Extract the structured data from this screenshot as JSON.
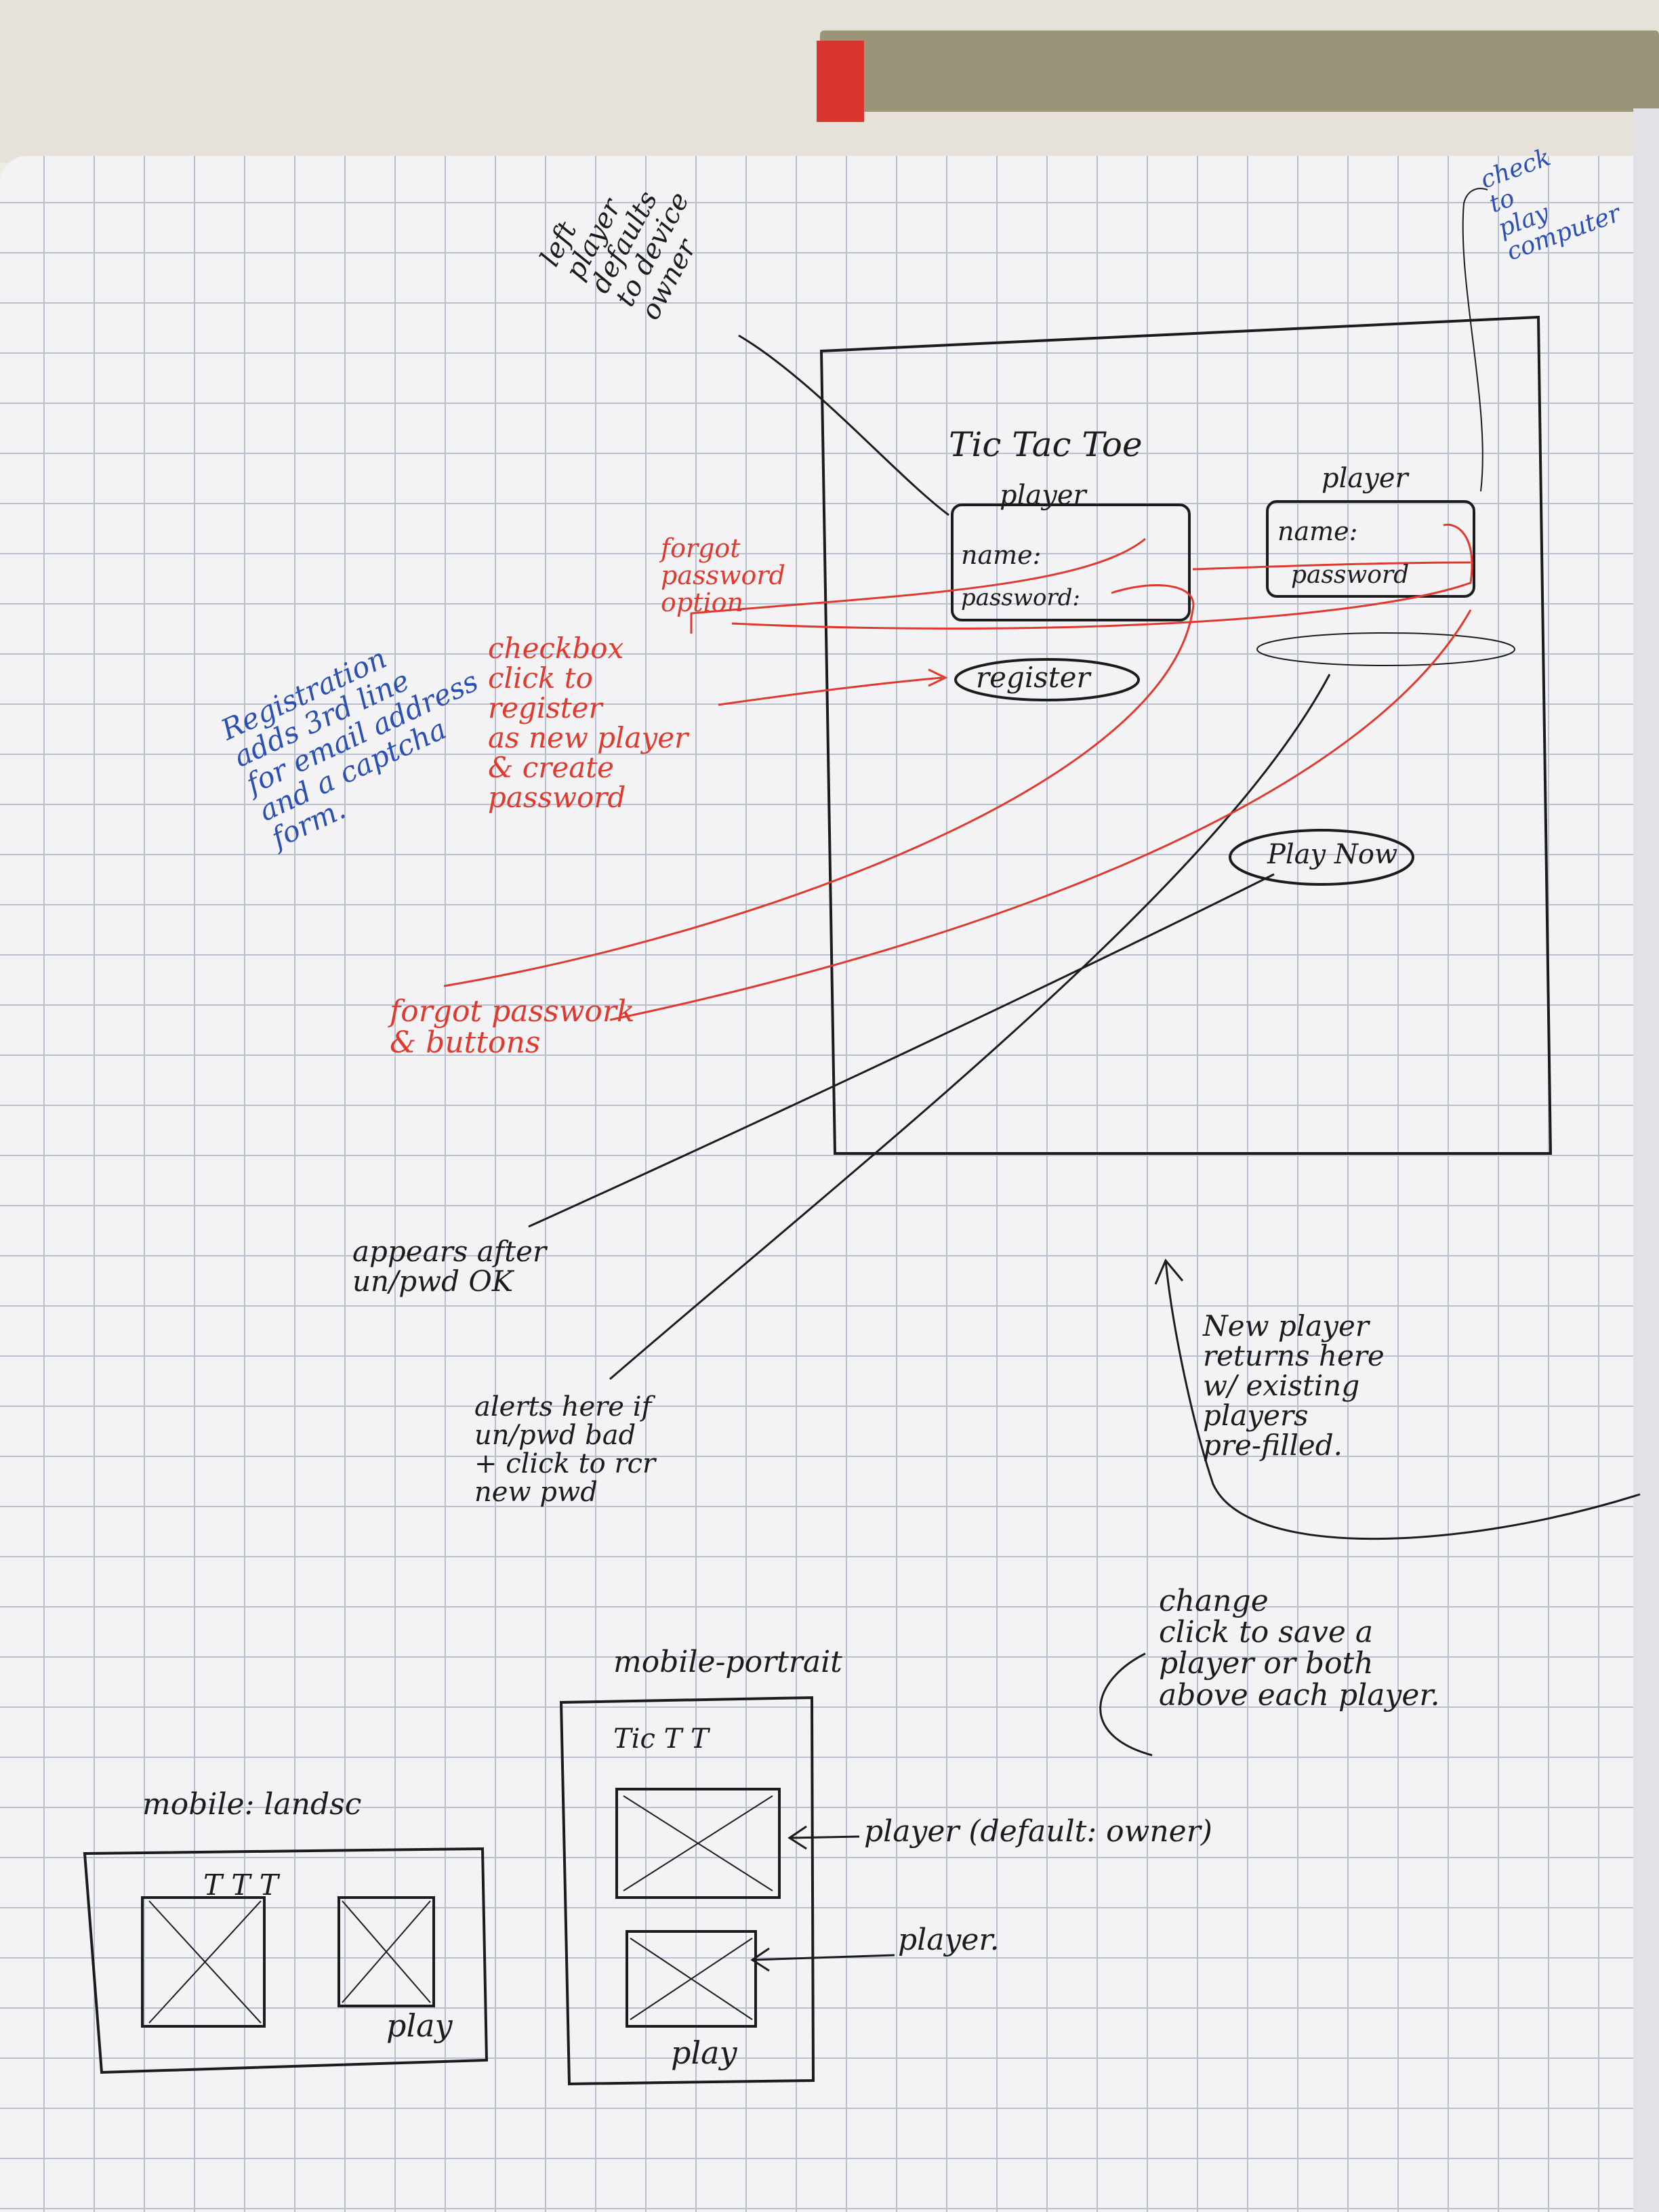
{
  "colors": {
    "ink": "#1c1c1c",
    "red": "#e03a2e",
    "blue": "#2b4fb3"
  },
  "desktop": {
    "title": "Tic Tac Toe",
    "player_left": {
      "label": "player",
      "name_label": "name:",
      "password_label": "password:"
    },
    "player_right": {
      "label": "player",
      "name_label": "name:",
      "password_label": "password"
    },
    "register_button": "register",
    "play_button": "Play Now"
  },
  "notes": {
    "left_player": "left\nplayer\ndefaults\nto device\nowner",
    "check_computer": "check\nto\nplay\ncomputer",
    "registration": "Registration\nadds 3rd line\nfor email address\nand a captcha\nform.",
    "forgot_option": "forgot\npassword\noption",
    "checkbox": "checkbox\nclick to\nregister\nas new player\n& create\npassword",
    "forgot_buttons": "forgot passwork\n& buttons",
    "appears_after": "appears after\nun/pwd OK",
    "alerts": "alerts here if\nun/pwd bad\n+ click to rcr\nnew pwd",
    "new_player": "New player\nreturns here\nw/ existing\nplayers\npre-filled.",
    "click_change": "change\nclick to save a\nplayer or both\nabove each player."
  },
  "mobile_portrait": {
    "title": "mobile-portrait",
    "header": "Tic T T",
    "play": "play"
  },
  "mobile_landscape": {
    "title": "mobile: landsc",
    "header": "T T T",
    "play": "play"
  },
  "portrait_callouts": {
    "player_default": "player (default: owner)",
    "player": "player."
  }
}
